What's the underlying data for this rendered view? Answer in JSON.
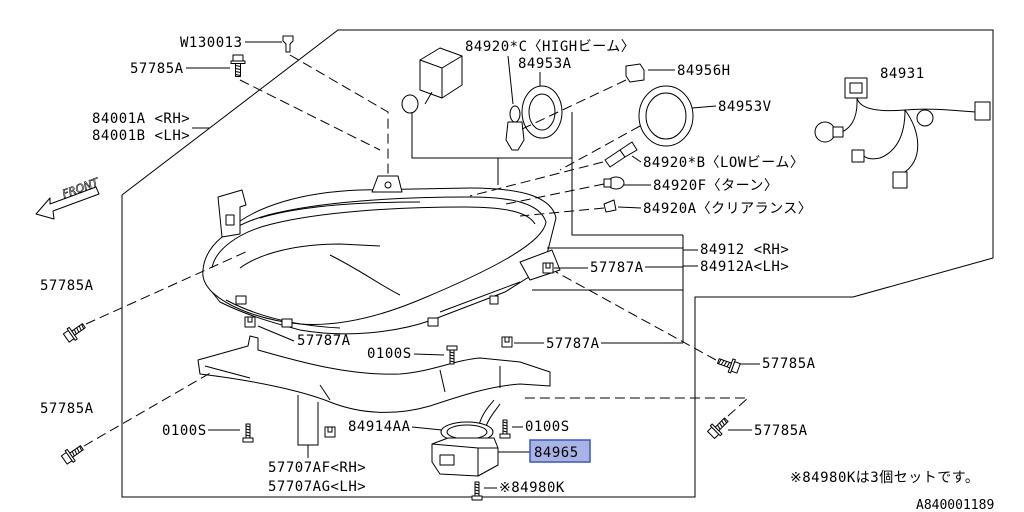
{
  "diagram": {
    "code": "A840001189",
    "front_label": "FRONT",
    "note": "※84980Kは3個セットです。"
  },
  "callouts": {
    "w130013": "W130013",
    "bolt_top": "57785A",
    "bulb_high": "84920*C〈HIGHビーム〉",
    "ring_84953a": "84953A",
    "cap_84956h": "84956H",
    "harness_84931": "84931",
    "ring_84953v": "84953V",
    "headlamp_rh": "84001A <RH>",
    "headlamp_lh": "84001B <LH>",
    "bulb_low": "84920*B〈LOWビーム〉",
    "bulb_turn": "84920F〈ターン〉",
    "bulb_clearance": "84920A〈クリアランス〉",
    "lens_rh": "84912 <RH>",
    "lens_lh": "84912A<LH>",
    "clip_right": "57787A",
    "bolt_left_upper": "57785A",
    "clip_left": "57787A",
    "screw_center": "0100S",
    "clip_center": "57787A",
    "bolt_right_upper": "57785A",
    "bolt_left_lower": "57785A",
    "screw_left": "0100S",
    "gasket_84914aa": "84914AA",
    "screw_right": "0100S",
    "ballast_84965": "84965",
    "bolt_right_lower": "57785A",
    "bracket_rh": "57707AF<RH>",
    "bracket_lh": "57707AG<LH>",
    "screw_84980k": "※84980K"
  },
  "colors": {
    "line": "#000000",
    "background": "#ffffff",
    "highlight_fill": "#a8b3e6",
    "highlight_border": "#3b55c6"
  }
}
